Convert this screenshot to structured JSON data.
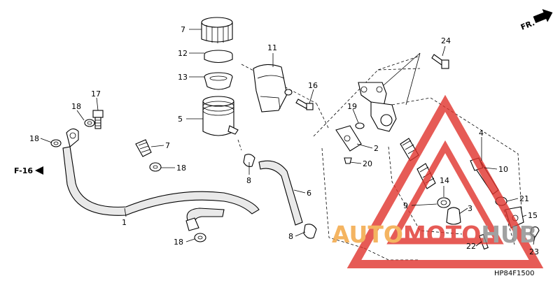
{
  "diagram": {
    "code": "HP84F1500",
    "direction_label": "FR.",
    "ref_label": "F-16",
    "callouts": [
      "7",
      "12",
      "13",
      "5",
      "11",
      "16",
      "17",
      "18",
      "18",
      "7",
      "18",
      "18",
      "8",
      "6",
      "8",
      "19",
      "2",
      "20",
      "24",
      "4",
      "10",
      "14",
      "9",
      "3",
      "21",
      "15",
      "22",
      "23",
      "1"
    ]
  },
  "watermark": {
    "text_a": "AUTO",
    "text_b": "MOTO",
    "text_c": "HUB",
    "color_red": "#e0332c",
    "color_orange": "#f2a23a",
    "color_grey": "#8a8a8a"
  }
}
